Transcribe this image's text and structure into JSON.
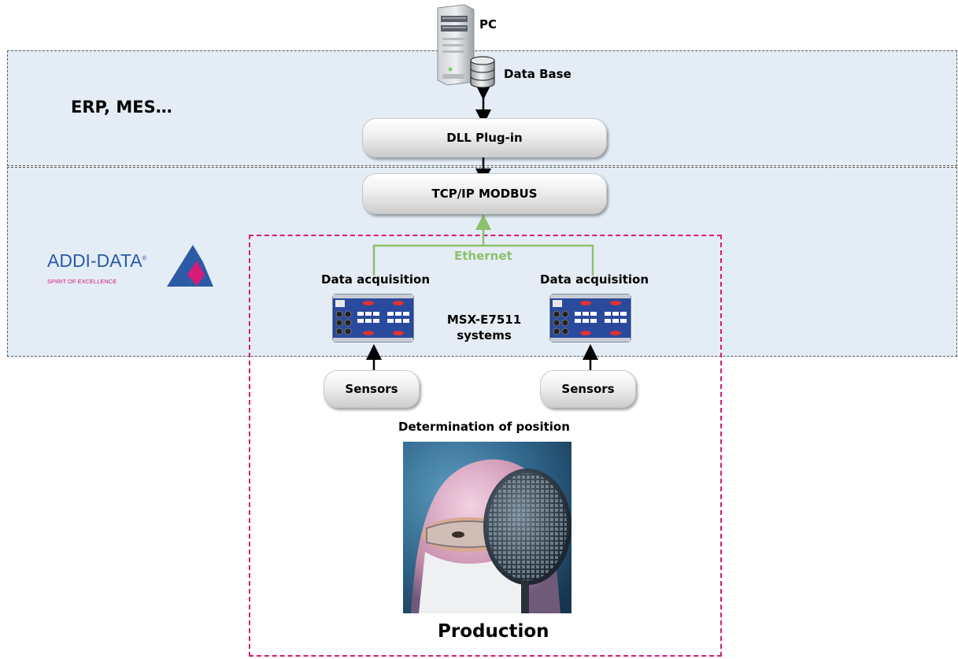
{
  "layers": {
    "erp_label": "ERP, MES…"
  },
  "logo": {
    "name": "ADDI-DATA",
    "registered": "®",
    "tagline": "SPIRIT OF EXCELLENCE"
  },
  "nodes": {
    "pc": "PC",
    "database": "Data Base",
    "dll_plugin": "DLL Plug-in",
    "tcpip": "TCP/IP MODBUS",
    "ethernet": "Ethernet",
    "acq_left": "Data acquisition",
    "acq_right": "Data acquisition",
    "systems_line1": "MSX-E7511",
    "systems_line2": "systems",
    "sensors_left": "Sensors",
    "sensors_right": "Sensors",
    "position": "Determination of position",
    "production": "Production"
  },
  "colors": {
    "band": "#e4edf6",
    "ethernet": "#8dc06b",
    "production_border": "#d81b78",
    "logo_blue": "#2b5aa6",
    "logo_magenta": "#d81b78"
  },
  "icons": {
    "pc": "server-tower-icon",
    "database": "database-icon",
    "daq": "daq-device-icon",
    "photo": "cleanroom-worker-wafer-photo"
  }
}
